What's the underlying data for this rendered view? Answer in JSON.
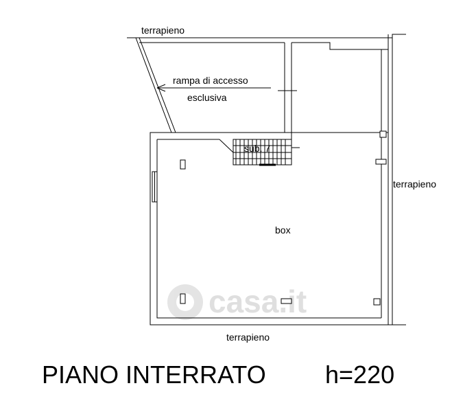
{
  "labels": {
    "terrapieno_top": "terrapieno",
    "terrapieno_right": "terrapieno",
    "terrapieno_bottom": "terrapieno",
    "ramp_line1": "rampa di accesso",
    "ramp_line2": "esclusiva",
    "stair": "sub. 7",
    "room": "box"
  },
  "watermark": "casa.it",
  "footer": {
    "title": "PIANO INTERRATO",
    "height": "h=220"
  }
}
